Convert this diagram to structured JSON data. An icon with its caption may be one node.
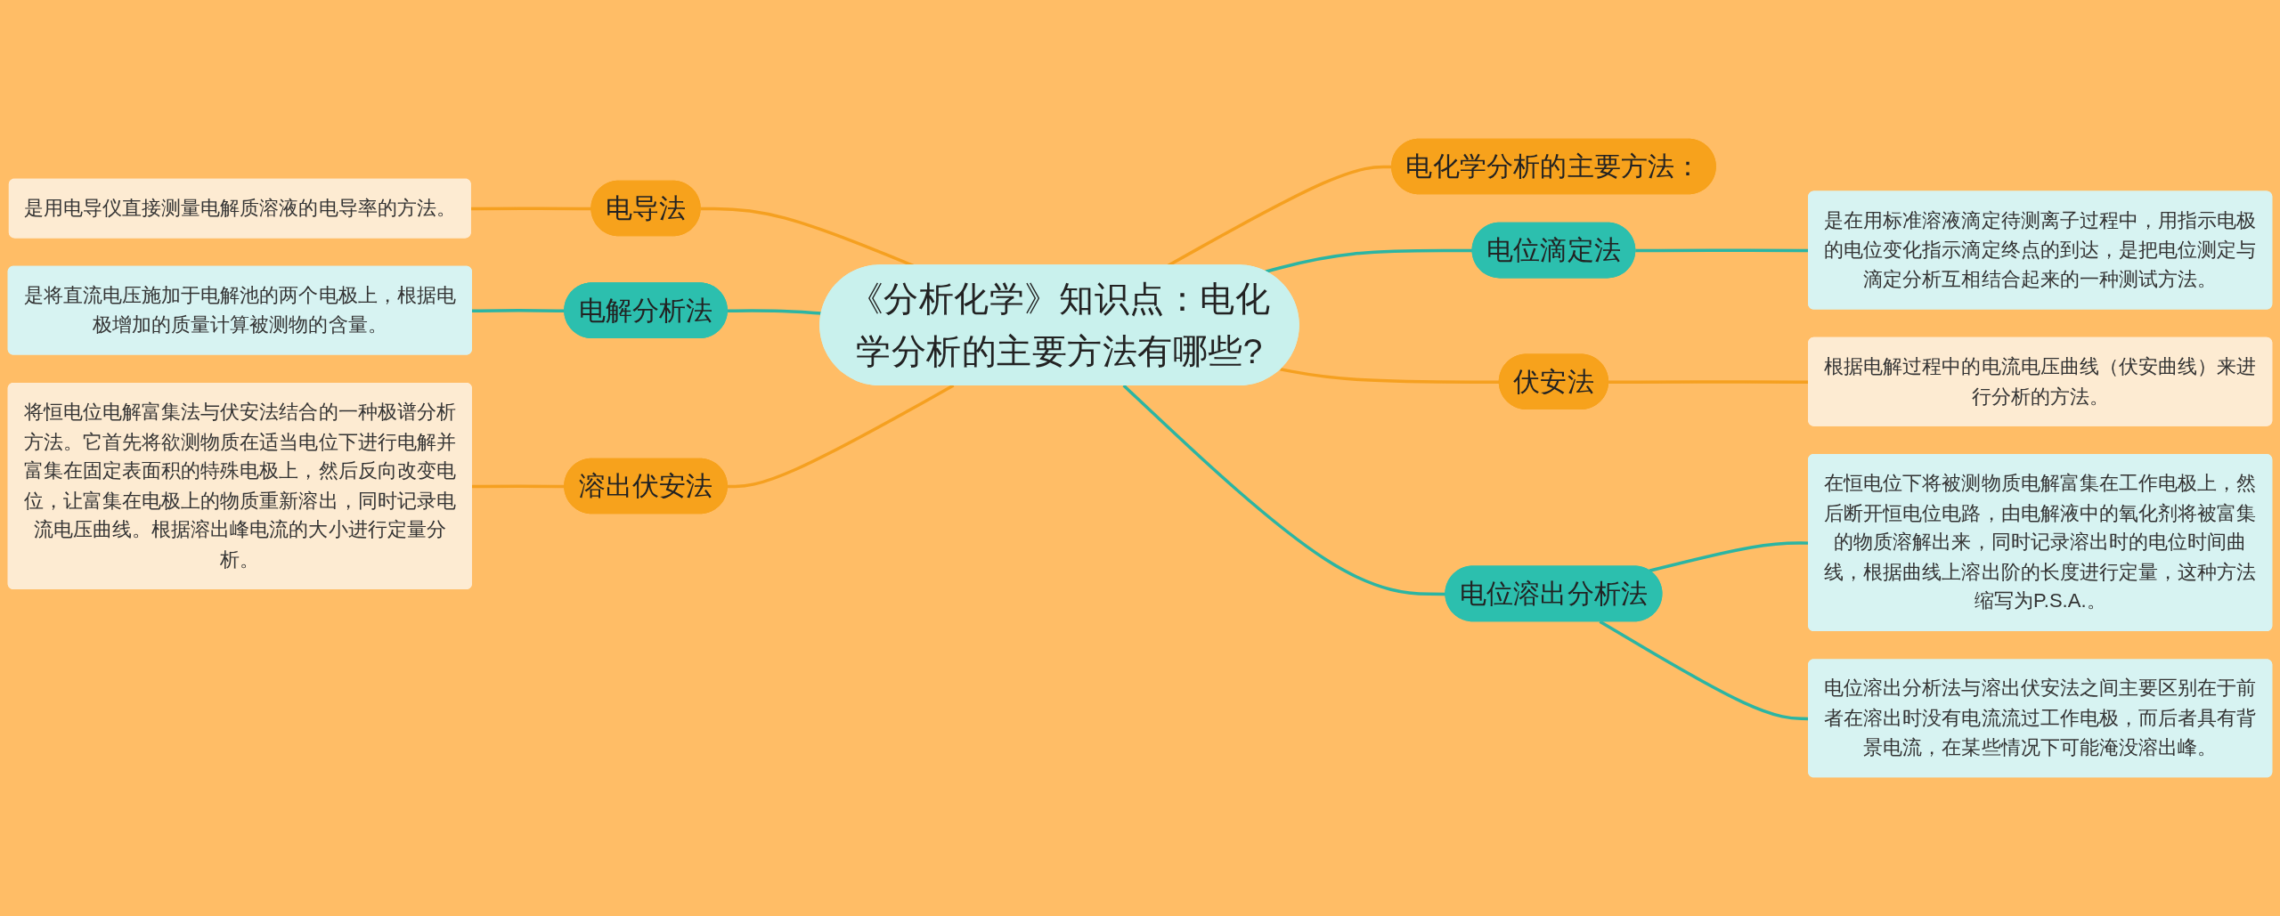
{
  "diagram": {
    "nodes": [
      {
        "text": [
          "《分析化学》知识点：电化学分析的主要方法有哪些?"
        ]
      },
      {
        "text": [
          "电化学分析的主要方法："
        ]
      },
      {
        "text": [
          "电位滴定法"
        ]
      },
      {
        "text": [
          "是在用标准溶液滴定待测离子过程中，用指示电极的电位变化指示滴定终点的到达，是把电位测定与滴定分析互相结合起来的一种测试方法。"
        ]
      },
      {
        "text": [
          "伏安法"
        ]
      },
      {
        "text": [
          "根据电解过程中的电流电压曲线（伏安曲线）来进行分析的方法。"
        ]
      },
      {
        "text": [
          "电位溶出分析法"
        ]
      },
      {
        "text": [
          "在恒电位下将被测物质电解富集在工作电极上，然后断开恒电位电路，由电解液中的氧化剂将被富集的物质溶解出来，同时记录溶出时的电位时间曲线，根据曲线上溶出阶的长度进行定量，这种方法缩写为P.S.A.。"
        ]
      },
      {
        "text": [
          "电位溶出分析法与溶出伏安法之间主要区别在于前者在溶出时没有电流流过工作电极，而后者具有背景电流，在某些情况下可能淹没溶出峰。"
        ]
      },
      {
        "text": [
          "电导法"
        ]
      },
      {
        "text": [
          "是用电导仪直接测量电解质溶液的电导率的方法。"
        ]
      },
      {
        "text": [
          "电解分析法"
        ]
      },
      {
        "text": [
          "是将直流电压施加于电解池的两个电极上，根据电极增加的质量计算被测物的含量。"
        ]
      },
      {
        "text": [
          "溶出伏安法"
        ]
      },
      {
        "text": [
          "将恒电位电解富集法与伏安法结合的一种极谱分析方法。它首先将欲测物质在适当电位下进行电解并富集在固定表面积的特殊电极上，然后反向改变电位，让富集在电极上的物质重新溶出，同时记录电流电压曲线。根据溶出峰电流的大小进行定量分析。"
        ]
      }
    ],
    "edges": [
      {
        "from": 0,
        "to": 1,
        "arrow": "none",
        "color": "#f5a020"
      },
      {
        "from": 0,
        "to": 2,
        "arrow": "none",
        "color": "#2bb5a3"
      },
      {
        "from": 2,
        "to": 3,
        "arrow": "none",
        "color": "#2bb5a3"
      },
      {
        "from": 0,
        "to": 4,
        "arrow": "none",
        "color": "#f5a020"
      },
      {
        "from": 4,
        "to": 5,
        "arrow": "none",
        "color": "#f5a020"
      },
      {
        "from": 0,
        "to": 6,
        "arrow": "none",
        "color": "#2bb5a3"
      },
      {
        "from": 6,
        "to": 7,
        "arrow": "none",
        "color": "#2bb5a3"
      },
      {
        "from": 6,
        "to": 8,
        "arrow": "none",
        "color": "#2bb5a3"
      },
      {
        "from": 10,
        "to": 9,
        "arrow": "none",
        "color": "#f5a020"
      },
      {
        "from": 9,
        "to": 0,
        "arrow": "none",
        "color": "#f5a020"
      },
      {
        "from": 12,
        "to": 11,
        "arrow": "none",
        "color": "#2bb5a3"
      },
      {
        "from": 11,
        "to": 0,
        "arrow": "none",
        "color": "#2bb5a3"
      },
      {
        "from": 14,
        "to": 13,
        "arrow": "none",
        "color": "#f5a020"
      },
      {
        "from": 13,
        "to": 0,
        "arrow": "none",
        "color": "#f5a020"
      }
    ]
  }
}
